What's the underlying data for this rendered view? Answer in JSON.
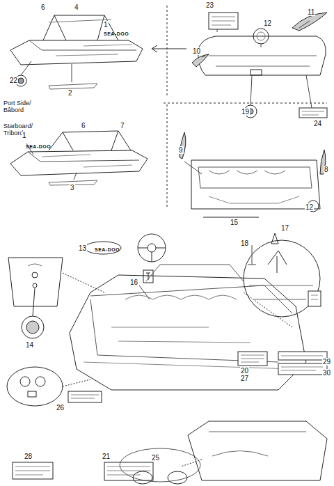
{
  "diagram": {
    "labels": [
      "Port Side/ Bâbord",
      "Starboard/ Tribord",
      "SEA-DOO",
      "SEA-DOO",
      "SEA-DOO",
      "6",
      "4",
      "1",
      "22",
      "2",
      "6",
      "7",
      "1",
      "3",
      "23",
      "11",
      "12",
      "10",
      "19",
      "24",
      "9",
      "8",
      "12",
      "15",
      "17",
      "18",
      "13",
      "16",
      "14",
      "20",
      "27",
      "29",
      "30",
      "26",
      "28",
      "21",
      "25"
    ]
  }
}
